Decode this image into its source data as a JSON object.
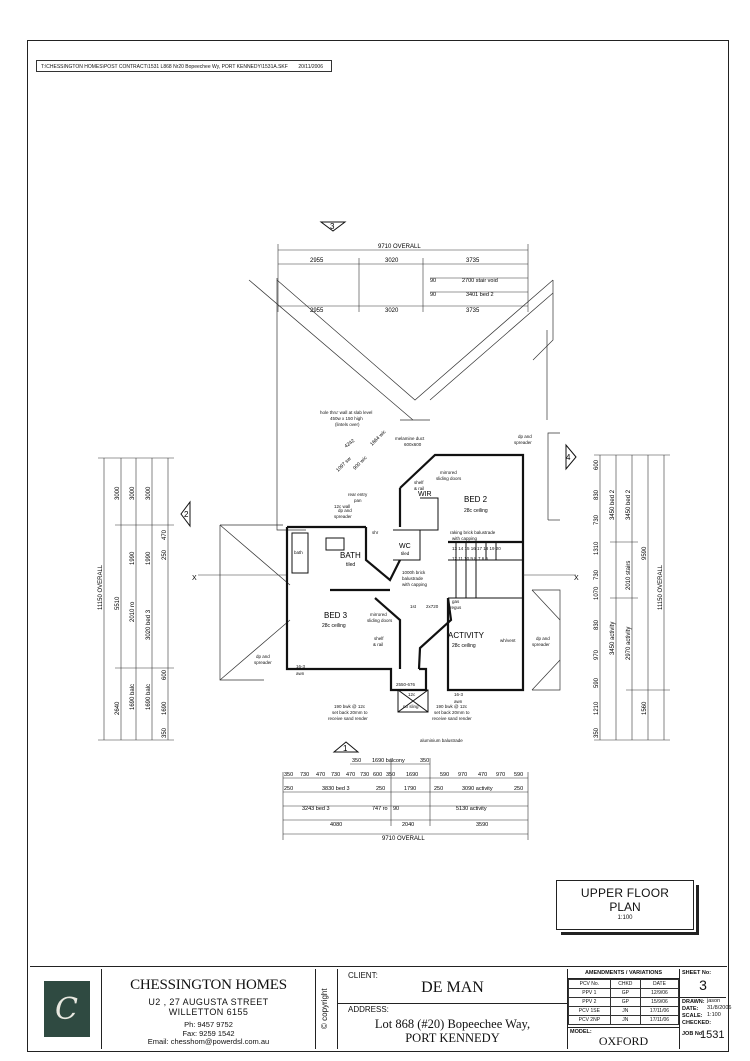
{
  "file_header": {
    "path": "T:\\CHESSINGTON HOMES\\POST CONTRACT\\1531 L868 Nr20 Bopeechee Wy, PORT KENNEDY\\1531A.SKF",
    "date": "20/11/2006"
  },
  "plan": {
    "rooms": {
      "bed2": "BED 2",
      "bed2_ceiling": "28c ceiling",
      "bed3": "BED 3",
      "bed3_ceiling": "28c ceiling",
      "bath": "BATH",
      "bath_finish": "tiled",
      "activity": "ACTIVITY",
      "activity_ceiling": "28c ceiling",
      "wc": "WC",
      "wc_finish": "tiled",
      "wir": "WIR"
    },
    "notes": {
      "hole": "hole thru' wall at slab level",
      "hole2": "450w x 150 high",
      "hole3": "(lintels over)",
      "melamine": "melamine duct",
      "melamine2": "600x600",
      "mirrored1": "mirrored",
      "mirrored1b": "sliding doors",
      "mirrored2": "mirrored",
      "mirrored2b": "sliding doors",
      "rear_entry": "rear entry",
      "pan": "pan",
      "vlc": "12c wall",
      "dp1": "dp and",
      "dp1b": "spreader",
      "dp2": "dp and",
      "dp2b": "spreader",
      "dp3": "dp and",
      "dp3b": "spreader",
      "dp4": "dp and",
      "dp4b": "spreader",
      "dp5": "dp and",
      "dp5b": "spreader",
      "raking": "raking brick balustrade",
      "raking2": "with capping",
      "brick_bal": "1000h brick",
      "brick_bal2": "balustrade",
      "brick_bal3": "with capping",
      "shelf1": "shelf",
      "shelf1b": "& rail",
      "shelf2": "shelf",
      "shelf2b": "& rail",
      "bwk1": "190 bwk @ 12c",
      "bwk1b": "set back 20mm to",
      "bwk1c": "receive sand render",
      "bwk2": "190 bwk @ 12c",
      "bwk2b": "set back 20mm to",
      "bwk2c": "receive sand render",
      "alu": "aluminium balustrade",
      "no_sling": "no sling",
      "balc_12c": "12c",
      "balc_dim": "2550-676",
      "gas": "gas",
      "regus": "regus",
      "first": "1st",
      "whvent": "wh/vent",
      "bath_small": "bath",
      "shr": "shr",
      "lin": "lin",
      "awn": "awn",
      "awn_count": "16-3",
      "stair": "2x720",
      "steps": "13 14 15 16 17 18 19 20",
      "steps2": "12 11 10 9 8 7 6 5",
      "x": "X"
    },
    "dims": {
      "overall_top": "9710 OVERALL",
      "overall_bottom": "9710 OVERALL",
      "overall_left": "11150 OVERALL",
      "overall_right": "11150 OVERALL",
      "top_row1": [
        "2955",
        "3020",
        "3735"
      ],
      "top_row2": [
        "90",
        "2700 stair void"
      ],
      "top_row3": [
        "90",
        "3401 bed 2"
      ],
      "top_row4": [
        "2955",
        "3020",
        "3735"
      ],
      "bottom_row1": [
        "350",
        "1690 balcony",
        "350"
      ],
      "bottom_row2": [
        "350",
        "730",
        "470",
        "730",
        "470",
        "730",
        "600",
        "350",
        "1690",
        "590",
        "970",
        "470",
        "970",
        "590"
      ],
      "bottom_row3": [
        "250",
        "3830 bed 3",
        "250",
        "1790",
        "250",
        "3090 activity",
        "250"
      ],
      "bottom_row4": [
        "3243 bed 3",
        "747 ro",
        "90",
        "5130 activity"
      ],
      "bottom_row5": [
        "4080",
        "2040",
        "3590"
      ],
      "left_row1": [
        "3000",
        "5510",
        "2640"
      ],
      "left_row2": [
        "3000",
        "1990",
        "2010 ro",
        "3020 bed 3",
        "1690 balc",
        "1690 balc"
      ],
      "left_row3": [
        "250",
        "470",
        "350",
        "250",
        "250",
        "350"
      ],
      "left_row4": [
        "600",
        "1690",
        "350"
      ],
      "right_row1": [
        "3450 bed 2",
        "3450 bed 2",
        "2010 stairs",
        "3450 activity",
        "2970 activity"
      ],
      "right_row2": [
        "600",
        "830",
        "730",
        "1310",
        "730",
        "1070",
        "830",
        "970",
        "590",
        "1210",
        "350"
      ],
      "right_row3": [
        "9590",
        "1560"
      ],
      "diag1": "4242",
      "diag2": "1097 sw",
      "diag3": "900 wic",
      "diag4": "1664 wic",
      "diag5": "90",
      "diag6": "90"
    },
    "sections": [
      "1",
      "2",
      "3",
      "4"
    ]
  },
  "title": {
    "line1": "UPPER FLOOR",
    "line2": "PLAN",
    "scale": "1:100"
  },
  "titleblock": {
    "logo_letter": "C",
    "company_name": "CHESSINGTON HOMES",
    "address1": "U2 , 27 AUGUSTA STREET",
    "address2": "WILLETTON 6155",
    "phone": "Ph: 9457 9752",
    "fax": "Fax: 9259 1542",
    "email": "Email: chesshom@powerdsl.com.au",
    "copyright": "© copyright",
    "client_label": "CLIENT:",
    "client_name": "DE MAN",
    "address_label": "ADDRESS:",
    "site_address1": "Lot 868 (#20) Bopeechee Way,",
    "site_address2": "PORT KENNEDY",
    "amendments_title": "AMENDMENTS / VARIATIONS",
    "amend_headers": [
      "PCV No.",
      "CHKD",
      "DATE"
    ],
    "amend_rows": [
      [
        "PPV 1",
        "GP",
        "12/9/06"
      ],
      [
        "PPV 2",
        "GP",
        "15/9/06"
      ],
      [
        "PCV 1SE",
        "JN",
        "17/11/06"
      ],
      [
        "PCV 2NP",
        "JN",
        "17/11/06"
      ]
    ],
    "model_label": "MODEL:",
    "model": "OXFORD",
    "sheet_label": "SHEET No:",
    "sheet_no": "3",
    "drawn_label": "DRAWN:",
    "drawn": "jason",
    "date_label": "DATE:",
    "date": "31/8/2006",
    "scale_label": "SCALE:",
    "scale": "1:100",
    "checked_label": "CHECKED:",
    "checked": "",
    "job_label": "JOB No:",
    "job": "1531"
  }
}
